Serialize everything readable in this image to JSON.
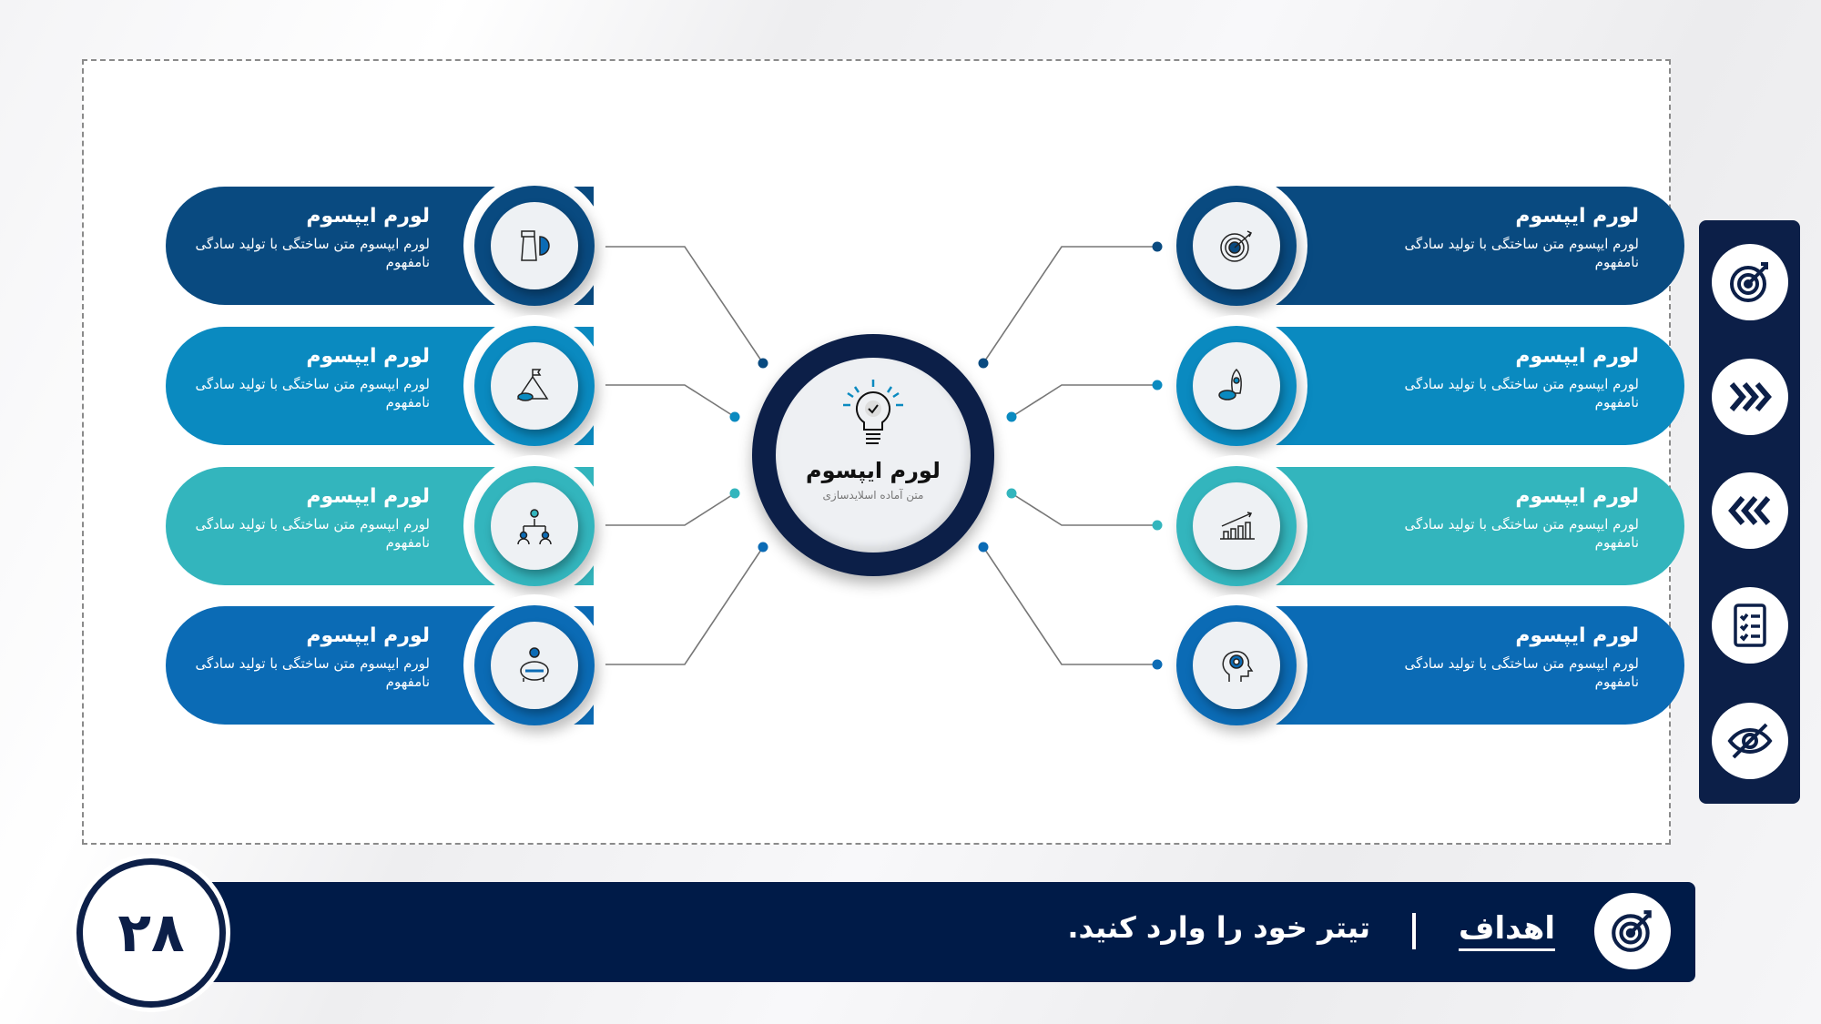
{
  "colors": {
    "navy": "#0c1f48",
    "row1": "#094a80",
    "row2": "#0a8ac0",
    "row3": "#33b5bd",
    "row4": "#0b6bb5"
  },
  "center": {
    "title": "لورم ایپسوم",
    "subtitle": "متن آماده اسلایدسازی",
    "icon": "lightbulb-check-icon"
  },
  "left_cards": [
    {
      "title": "لورم ایپسوم",
      "desc": "لورم ایپسوم متن ساختگی با تولید سادگی نامفهوم",
      "icon": "chess-rook-chart-icon"
    },
    {
      "title": "لورم ایپسوم",
      "desc": "لورم ایپسوم متن ساختگی با تولید سادگی نامفهوم",
      "icon": "mountain-flag-icon"
    },
    {
      "title": "لورم ایپسوم",
      "desc": "لورم ایپسوم متن ساختگی با تولید سادگی نامفهوم",
      "icon": "team-hierarchy-icon"
    },
    {
      "title": "لورم ایپسوم",
      "desc": "لورم ایپسوم متن ساختگی با تولید سادگی نامفهوم",
      "icon": "piggy-bank-icon"
    }
  ],
  "right_cards": [
    {
      "title": "لورم ایپسوم",
      "desc": "لورم ایپسوم متن ساختگی با تولید سادگی نامفهوم",
      "icon": "target-arrow-icon"
    },
    {
      "title": "لورم ایپسوم",
      "desc": "لورم ایپسوم متن ساختگی با تولید سادگی نامفهوم",
      "icon": "rocket-cloud-icon"
    },
    {
      "title": "لورم ایپسوم",
      "desc": "لورم ایپسوم متن ساختگی با تولید سادگی نامفهوم",
      "icon": "growth-chart-icon"
    },
    {
      "title": "لورم ایپسوم",
      "desc": "لورم ایپسوم متن ساختگی با تولید سادگی نامفهوم",
      "icon": "head-gear-icon"
    }
  ],
  "sidebar": [
    "target-icon",
    "chevrons-right-icon",
    "chevrons-left-icon",
    "checklist-icon",
    "eye-off-icon"
  ],
  "footer": {
    "slide_number": "۲۸",
    "title": "اهداف",
    "subtitle": "تیتر خود را وارد کنید."
  }
}
